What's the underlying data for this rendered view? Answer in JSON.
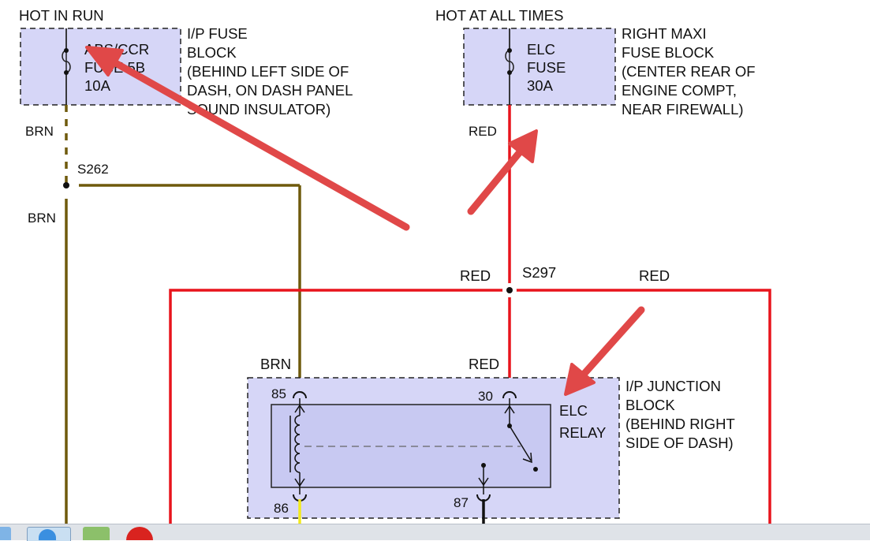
{
  "sources": {
    "run": {
      "heading": "HOT IN RUN",
      "fuse_lines": [
        "ABS/CCR",
        "FUSE 5B",
        "10A"
      ],
      "location_lines": [
        "I/P FUSE",
        "BLOCK",
        "(BEHIND LEFT SIDE OF",
        "DASH, ON DASH PANEL",
        "SOUND INSULATOR)"
      ]
    },
    "battery": {
      "heading": "HOT AT ALL TIMES",
      "fuse_lines": [
        "ELC",
        "FUSE",
        "30A"
      ],
      "location_lines": [
        "RIGHT MAXI",
        "FUSE BLOCK",
        "(CENTER REAR OF",
        "ENGINE COMPT,",
        "NEAR FIREWALL)"
      ]
    }
  },
  "wires": {
    "brn_top": "BRN",
    "brn_lower": "BRN",
    "red_top": "RED",
    "red_left": "RED",
    "red_right": "RED",
    "brn_relay": "BRN",
    "red_relay": "RED"
  },
  "splices": {
    "s262": "S262",
    "s297": "S297"
  },
  "relay": {
    "name_lines": [
      "ELC",
      "RELAY"
    ],
    "pins": {
      "p85": "85",
      "p86": "86",
      "p30": "30",
      "p87": "87"
    },
    "block_lines": [
      "I/P JUNCTION",
      "BLOCK",
      "(BEHIND RIGHT",
      "SIDE OF DASH)"
    ]
  },
  "colors": {
    "brown_wire": "#6f5a0c",
    "red_wire": "#e8141c",
    "component_fill": "#d6d6f7",
    "relay_fill": "#c8c9f2",
    "arrow": "#e04848",
    "yellow_wire": "#f2ea1c"
  },
  "taskbar": {
    "icons": [
      "folder-icon",
      "browser-icon",
      "files-icon",
      "app-icon"
    ]
  }
}
